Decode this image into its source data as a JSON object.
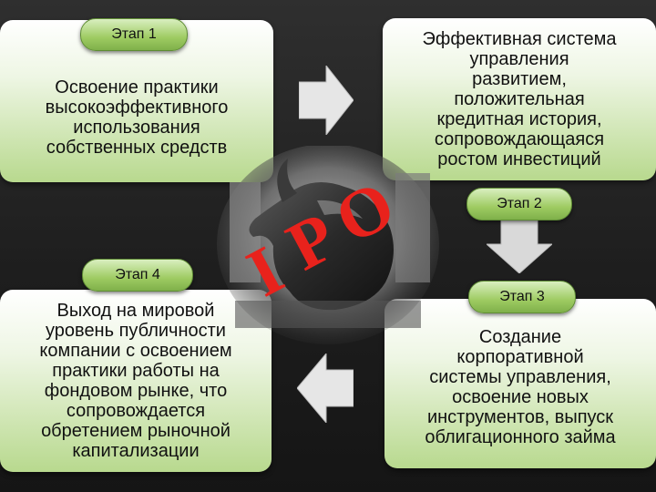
{
  "stages": [
    {
      "badge": "Этап 1",
      "lines": [
        "Освоение практики",
        "высокоэффективного",
        "использования",
        "собственных средств"
      ]
    },
    {
      "badge": "Этап 2",
      "lines": [
        "Эффективная система",
        "управления",
        "развитием,",
        "положительная",
        "кредитная история,",
        "сопровождающаяся",
        "ростом инвестиций"
      ]
    },
    {
      "badge": "Этап 3",
      "lines": [
        "Создание",
        "корпоративной",
        "системы управления,",
        "освоение новых",
        "инструментов, выпуск",
        "облигационного займа"
      ]
    },
    {
      "badge": "Этап 4",
      "lines": [
        "Выход на мировой",
        "уровень публичности",
        "компании с освоением",
        "практики работы на",
        "фондовом рынке, что",
        "сопровождается",
        "обретением рыночной",
        "капитализации"
      ]
    }
  ],
  "center": {
    "label": "IPO",
    "letters": [
      "I",
      "P",
      "O"
    ]
  },
  "colors": {
    "box_accent": "#b8d98e",
    "pill": "#9ecb62",
    "ipo_red": "#e8221c",
    "arrow": "#e6e6e6"
  }
}
